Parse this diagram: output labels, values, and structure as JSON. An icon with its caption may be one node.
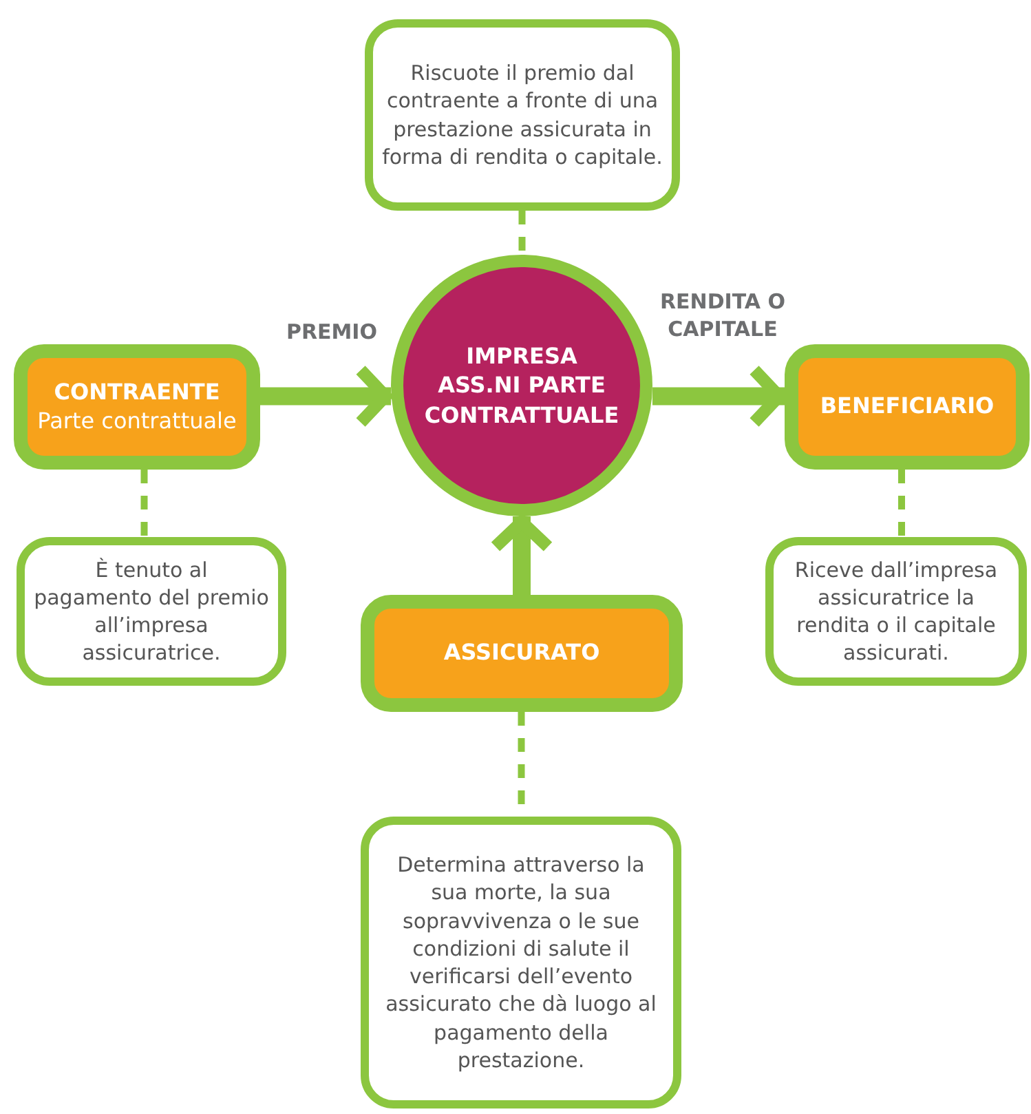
{
  "diagram": {
    "nodes": [
      {
        "text": [
          "Riscuote il premio dal contraente a fronte di una prestazione assicurata in forma di rendita o capitale."
        ]
      },
      {
        "text": [
          "IMPRESA ASS.NI PARTE CONTRATTUALE"
        ]
      },
      {
        "text": [
          "CONTRAENTE",
          "Parte contrattuale"
        ]
      },
      {
        "text": [
          "BENEFICIARIO"
        ]
      },
      {
        "text": [
          "È tenuto al pagamento del premio all’impresa assicuratrice."
        ]
      },
      {
        "text": [
          "Riceve dall’impresa assicuratrice la rendita o il capitale assicurati."
        ]
      },
      {
        "text": [
          "ASSICURATO"
        ]
      },
      {
        "text": [
          "Determina attraverso la sua morte, la sua sopravvivenza o le sue condizioni di salute il verificarsi dell’evento assicurato che dà luogo al pagamento della prestazione."
        ]
      }
    ],
    "edges": [
      {
        "from": 0,
        "to": 1,
        "arrow": "none",
        "style": "dashed"
      },
      {
        "from": 2,
        "to": 1,
        "arrow": "to",
        "style": "thick",
        "label": "PREMIO"
      },
      {
        "from": 1,
        "to": 3,
        "arrow": "to",
        "style": "thick",
        "label": "RENDITA O CAPITALE"
      },
      {
        "from": 2,
        "to": 4,
        "arrow": "none",
        "style": "dashed"
      },
      {
        "from": 3,
        "to": 5,
        "arrow": "none",
        "style": "dashed"
      },
      {
        "from": 6,
        "to": 1,
        "arrow": "to",
        "style": "thick"
      },
      {
        "from": 6,
        "to": 7,
        "arrow": "none",
        "style": "dashed"
      }
    ]
  }
}
